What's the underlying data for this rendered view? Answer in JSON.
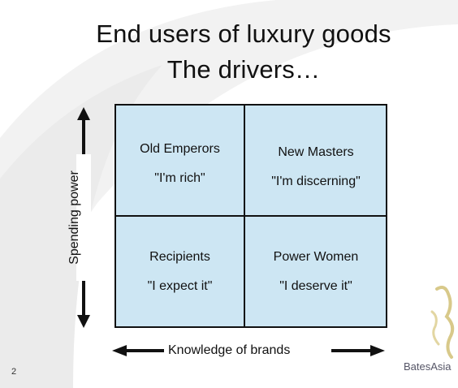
{
  "title": {
    "line1": "End users of luxury goods",
    "line2": "The drivers…"
  },
  "axes": {
    "y_label": "Spending power",
    "x_label": "Knowledge of brands"
  },
  "quadrants": {
    "top_left": {
      "name": "Old Emperors",
      "quote": "\"I'm rich\""
    },
    "top_right": {
      "name": "New Masters",
      "quote": "\"I'm discerning\""
    },
    "bottom_left": {
      "name": "Recipients",
      "quote": "\"I expect it\""
    },
    "bottom_right": {
      "name": "Power Women",
      "quote": "\"I deserve it\""
    }
  },
  "footer": {
    "page_number": "2",
    "logo_text": "BatesAsia"
  },
  "colors": {
    "quadrant_fill": "#cde6f3",
    "lines": "#111111",
    "swoosh": "#eeeeee"
  }
}
